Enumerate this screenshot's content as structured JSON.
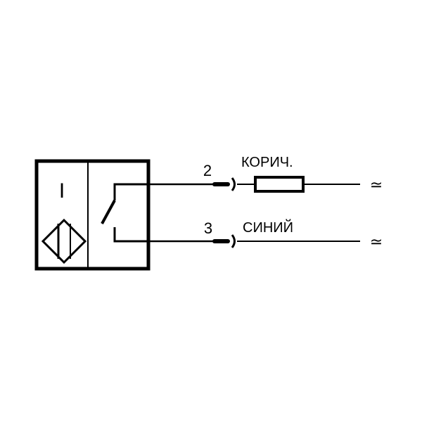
{
  "diagram": {
    "sensor_type_symbol": "I",
    "wires": [
      {
        "pin": "2",
        "color_label": "КОРИЧ.",
        "has_load": true,
        "supply_symbol": "≃"
      },
      {
        "pin": "3",
        "color_label": "СИНИЙ",
        "has_load": false,
        "supply_symbol": "≃"
      }
    ]
  }
}
